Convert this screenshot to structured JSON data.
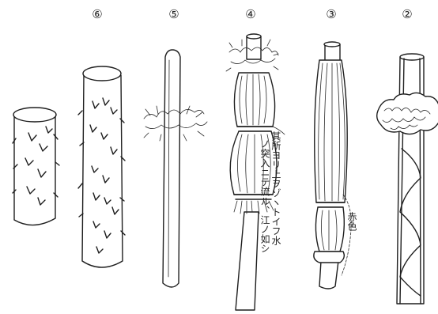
{
  "figures": [
    {
      "id": "6",
      "label": "⑥"
    },
    {
      "id": "5",
      "label": "⑤"
    },
    {
      "id": "4",
      "label": "④"
    },
    {
      "id": "3",
      "label": "③"
    },
    {
      "id": "2",
      "label": "②"
    }
  ],
  "annotations": {
    "figure4_note": [
      "其所ヨリ上ヲゾヽトイフ水",
      "ノ突入ニテ流ル、江ノ如シ"
    ],
    "figure3_note": "赤色"
  }
}
